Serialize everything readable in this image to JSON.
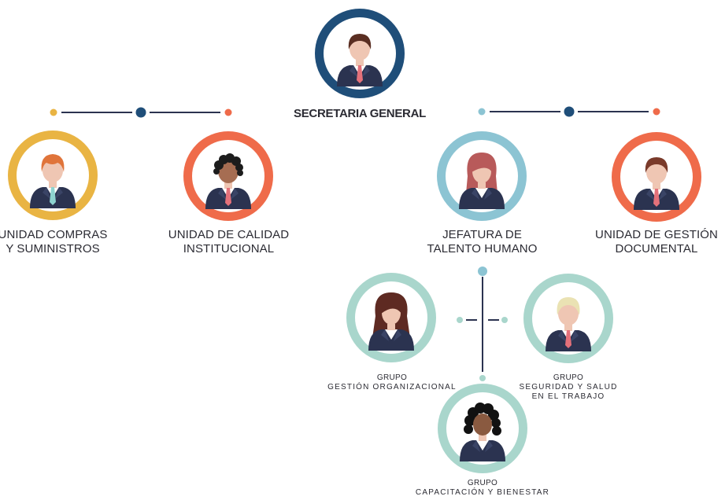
{
  "head": {
    "title": "SECRETARIA GENERAL"
  },
  "units": {
    "compras": {
      "line1": "UNIDAD COMPRAS",
      "line2": "Y SUMINISTROS"
    },
    "calidad": {
      "line1": "UNIDAD DE CALIDAD",
      "line2": "INSTITUCIONAL"
    },
    "talento": {
      "line1": "JEFATURA DE",
      "line2": "TALENTO HUMANO"
    },
    "documental": {
      "line1": "UNIDAD DE GESTIÓN",
      "line2": "DOCUMENTAL"
    }
  },
  "groups": {
    "organizacional": {
      "line1": "GRUPO",
      "line2": "GESTIÓN ORGANIZACIONAL"
    },
    "seguridad": {
      "line1": "GRUPO",
      "line2": "SEGURIDAD Y SALUD",
      "line3": "EN EL TRABAJO"
    },
    "capacitacion": {
      "line1": "GRUPO",
      "line2": "CAPACITACIÓN Y BIENESTAR"
    }
  },
  "colors": {
    "navy": "#1f4e79",
    "gold": "#e9b443",
    "orange": "#ef6b4a",
    "light_blue": "#8cc4d3",
    "mint": "#a9d6cc",
    "suit": "#2b3350",
    "skin": "#efc6b3"
  }
}
